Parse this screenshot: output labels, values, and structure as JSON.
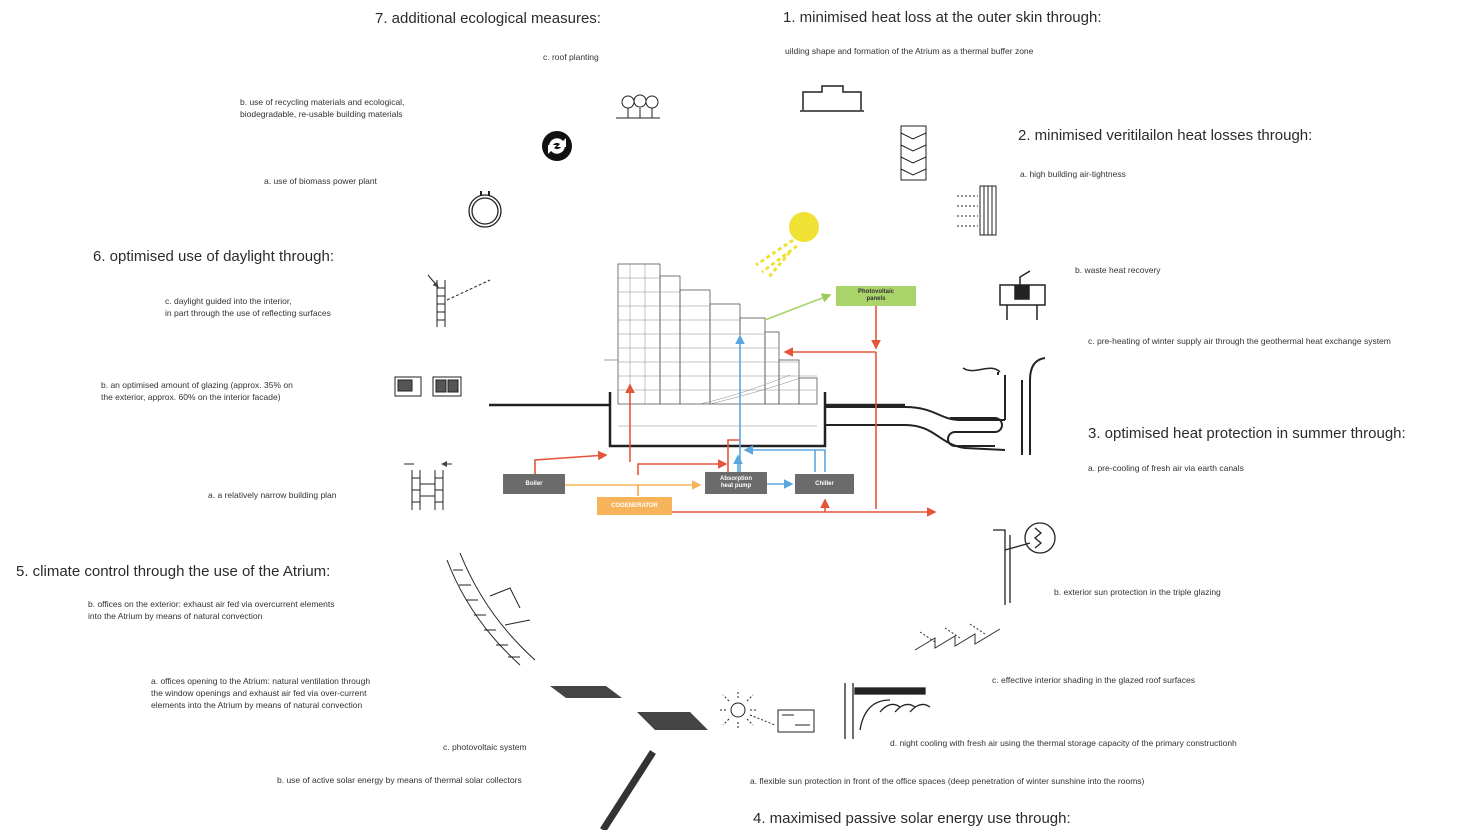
{
  "headings": {
    "h1": "1. minimised heat loss at the outer skin through:",
    "h2": "2. minimised veritilailon heat losses through:",
    "h3": "3. optimised heat protection in summer through:",
    "h4": "4. maximised passive solar energy use through:",
    "h5": "5. climate control through the use of the Atrium:",
    "h6": "6. optimised use of daylight through:",
    "h7": "7. additional ecological measures:"
  },
  "notes": {
    "n1": "uilding shape and formation of the Atrium as a thermal buffer zone",
    "n2a": "a. high building air-tightness",
    "n2b": "b. waste heat recovery",
    "n2c": "c. pre-heating of winter supply air through the geothermal heat exchange system",
    "n3a": "a. pre-cooling of fresh air via earth canals",
    "n3b": "b. exterior sun protection in the triple glazing",
    "n3c": "c. effective interior shading in the glazed roof surfaces",
    "n3d": "d. night cooling with fresh air using the thermal storage capacity of the primary constructionh",
    "n4a": "a. flexible sun protection in front of the office spaces (deep penetration of winter sunshine into the rooms)",
    "n4b": "b. use of active solar energy by means of thermal solar collectors",
    "n4c": "c. photovoltaic system",
    "n5a": "a. offices opening to the Atrium: natural ventilation through\nthe window openings and exhaust air fed via over-current\nelements into the Atrium by means of natural convection",
    "n5b": "b. offices on the exterior: exhaust air fed via overcurrent elements\ninto the Atrium by means of natural convection",
    "n6a": "a. a relatively narrow building plan",
    "n6b": "b. an optimised amount of glazing (approx. 35% on\nthe exterior, approx. 60% on the interior facade)",
    "n6c": "c. daylight guided into the interior,\nin part through the use of reflecting surfaces",
    "n7a": "a. use of biomass power plant",
    "n7b": "b. use of recycling materials and ecological,\nbiodegradable, re-usable building materials",
    "n7c": "c. roof planting"
  },
  "boxes": {
    "boiler": "Boiler",
    "absorption": "Absorption\nheat pump",
    "chiller": "Chiller",
    "cogenerator": "COGENERATOR",
    "photovoltaic": "Photovoltaic\npanels"
  },
  "icons": [
    "roof-outline-icon",
    "insulation-icon",
    "airtight-wall-icon",
    "heat-recovery-icon",
    "earth-canal-icon",
    "sun-shade-icon",
    "roof-shading-icon",
    "night-cooling-icon",
    "solar-collector-icon",
    "pv-panel-icon",
    "atrium-section-icon",
    "narrow-plan-icon",
    "glazing-icon",
    "daylight-icon",
    "biomass-icon",
    "recycling-icon",
    "trees-icon",
    "sun-icon"
  ],
  "colors": {
    "heat": "#e4553a",
    "cool": "#5aa7e0",
    "pv_green": "#a9d46a",
    "cogen_orange": "#f7b35a",
    "unit_grey": "#6b6b6b",
    "sun": "#f0e234"
  }
}
